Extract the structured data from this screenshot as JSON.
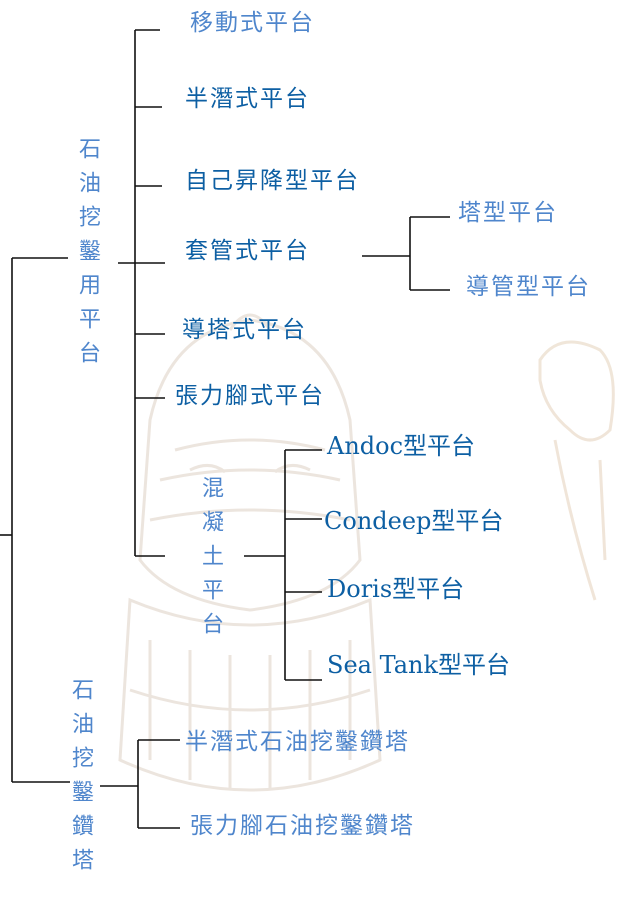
{
  "nodes": {
    "oil_drilling_platform": "石油挖鑿用平台",
    "mobile": "移動式平台",
    "semi_submersible": "半潛式平台",
    "jack_up": "自己昇降型平台",
    "casing": "套管式平台",
    "tower_type": "塔型平台",
    "conductor_type": "導管型平台",
    "guyed_tower": "導塔式平台",
    "tension_leg": "張力腳式平台",
    "concrete": "混凝土平台",
    "andoc": "Andoc型平台",
    "condeep": "Condeep型平台",
    "doris": "Doris型平台",
    "sea_tank": "Sea Tank型平台",
    "oil_drilling_rig": "石油挖鑿鑽塔",
    "semi_sub_rig": "半潛式石油挖鑿鑽塔",
    "tension_leg_rig": "張力腳石油挖鑿鑽塔"
  },
  "colors": {
    "light_label": "#4f86cc",
    "dark_label": "#0d5fa3",
    "line": "#111111",
    "background_art": "#d9c9b8"
  }
}
